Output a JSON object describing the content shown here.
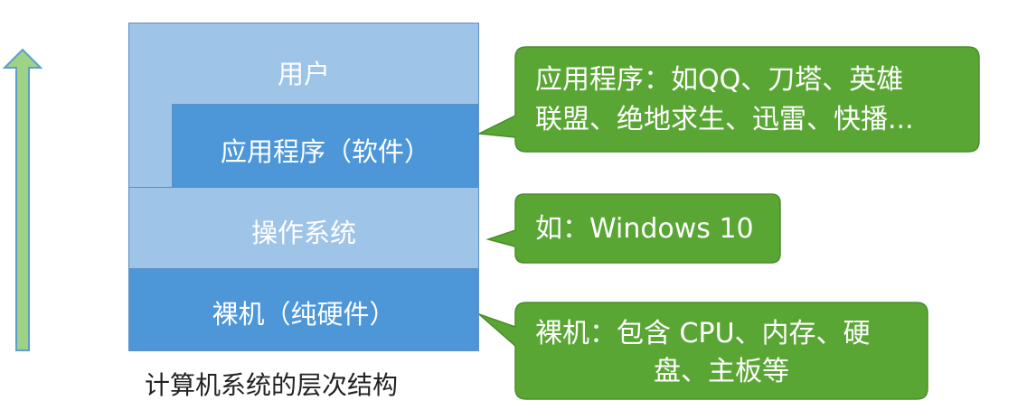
{
  "diagram": {
    "layers": {
      "user": "用户",
      "applications": "应用程序（软件）",
      "os": "操作系统",
      "bare_machine": "裸机（纯硬件）"
    },
    "callouts": {
      "applications": [
        "应用程序：如QQ、刀塔、英雄",
        "联盟、绝地求生、迅雷、快播..."
      ],
      "os": "如：Windows 10",
      "bare_machine": [
        "裸机：包含 CPU、内存、硬",
        "盘、主板等"
      ]
    },
    "caption": "计算机系统的层次结构"
  },
  "colors": {
    "layer_light": "#9ec4e8",
    "layer_dark": "#4d97d9",
    "layer_border": "#5d8fc4",
    "callout_fill": "#5aa634",
    "callout_border": "#4a8d2b",
    "arrow_fill": "#9ed284",
    "arrow_border": "#5e9ec8"
  }
}
